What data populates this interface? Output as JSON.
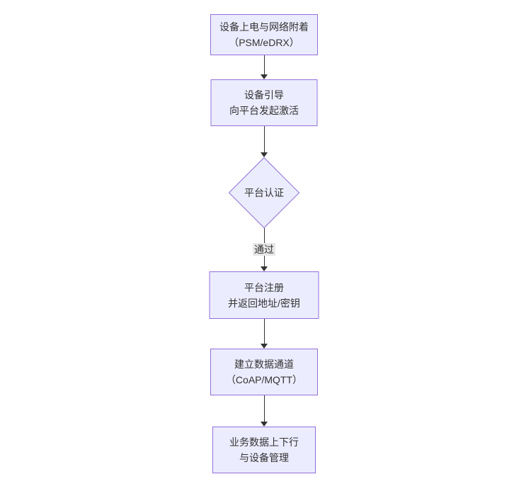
{
  "diagram": {
    "type": "flowchart",
    "direction": "top-down",
    "nodes": [
      {
        "shape": "rect",
        "line1": "设备上电与网络附着",
        "line2": "（PSM/eDRX）"
      },
      {
        "shape": "rect",
        "line1": "设备引导",
        "line2": "向平台发起激活"
      },
      {
        "shape": "diamond",
        "line1": "平台认证",
        "line2": ""
      },
      {
        "shape": "rect",
        "line1": "平台注册",
        "line2": "并返回地址/密钥"
      },
      {
        "shape": "rect",
        "line1": "建立数据通道",
        "line2": "（CoAP/MQTT）"
      },
      {
        "shape": "rect",
        "line1": "业务数据上下行",
        "line2": "与设备管理"
      }
    ],
    "edges": [
      {
        "from": 0,
        "to": 1
      },
      {
        "from": 1,
        "to": 2
      },
      {
        "from": 2,
        "to": 3,
        "label": "通过"
      },
      {
        "from": 3,
        "to": 4
      },
      {
        "from": 4,
        "to": 5
      }
    ],
    "colors": {
      "node_fill": "#ECECFF",
      "node_border": "#9370DB",
      "arrow": "#333333",
      "edge_label_bg": "#e8e8e8",
      "text": "#333333",
      "background": "#ffffff"
    }
  }
}
